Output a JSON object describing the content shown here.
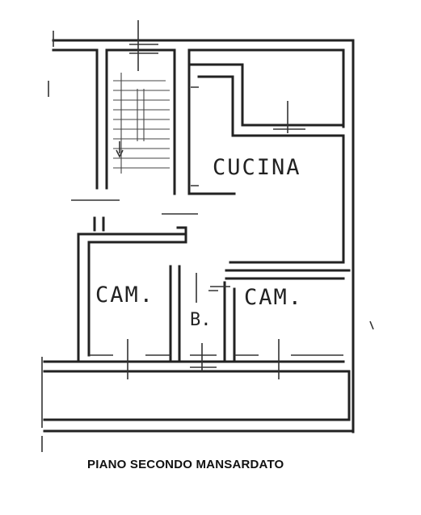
{
  "rooms": {
    "kitchen": "CUCINA",
    "bedroom_left": "CAM.",
    "bedroom_right": "CAM.",
    "bathroom": "B."
  },
  "title": "PIANO SECONDO MANSARDATO"
}
